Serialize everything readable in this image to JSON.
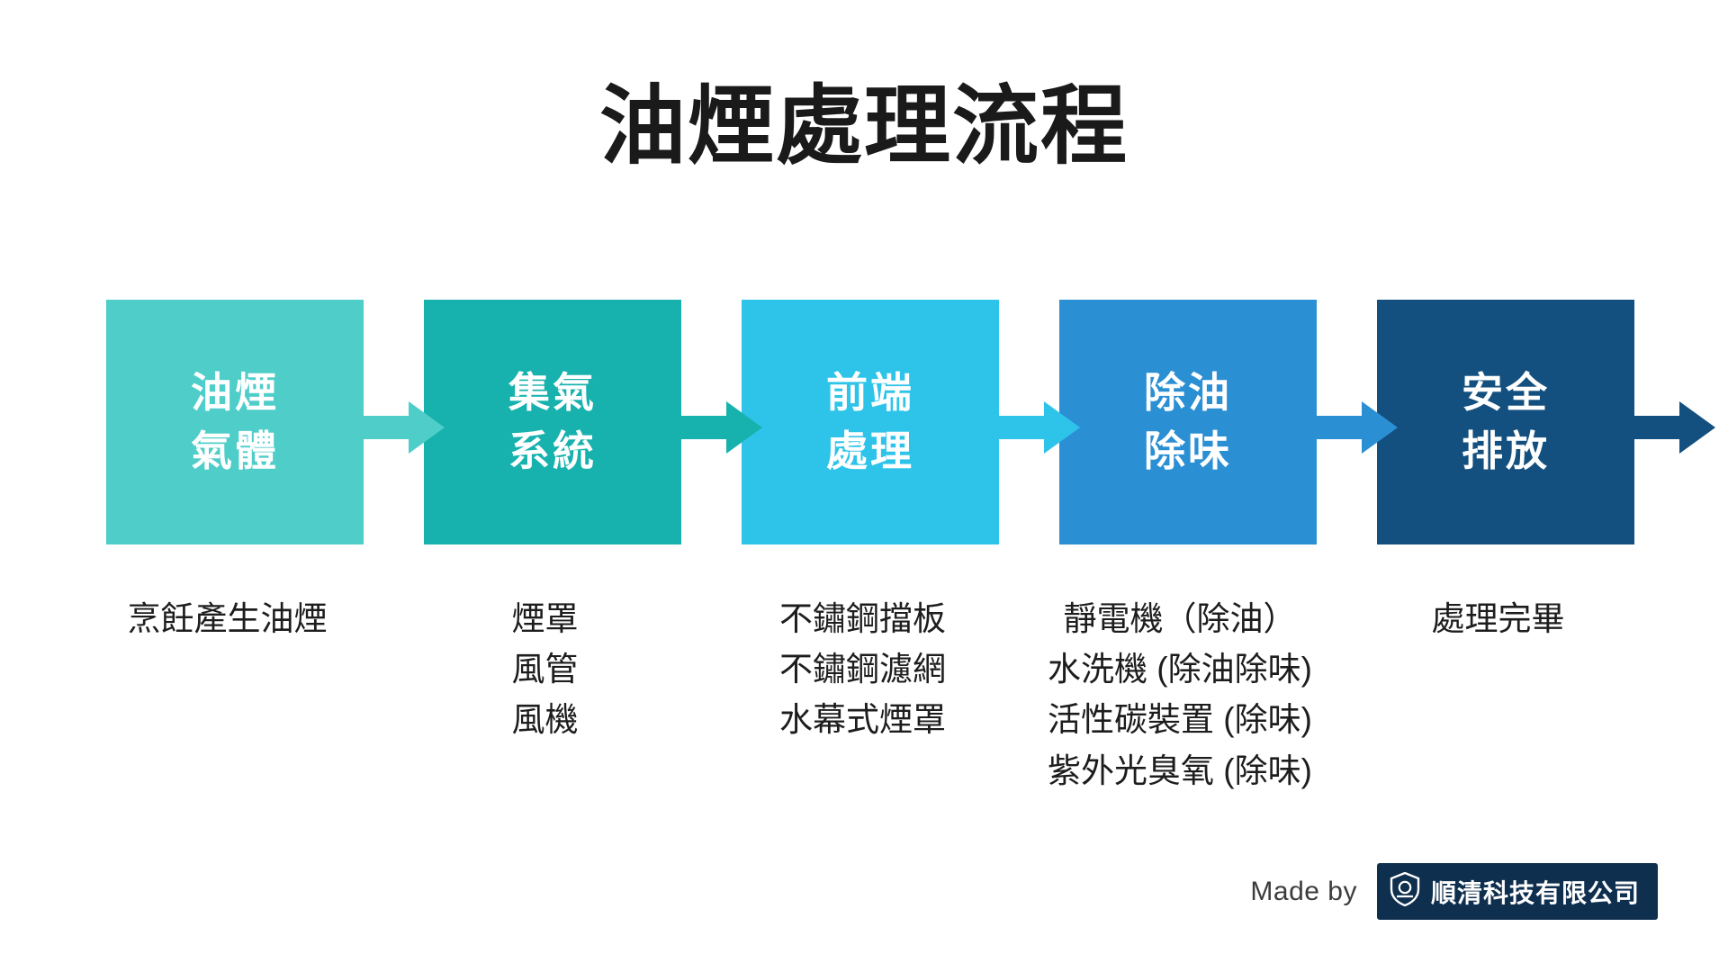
{
  "slide": {
    "title": "油煙處理流程",
    "background_color": "#ffffff",
    "title_color": "#1a1a1a"
  },
  "stages": [
    {
      "id": "stage-1",
      "color": "#4ecdc9",
      "label_line1": "油煙",
      "label_line2": "氣體",
      "captions": [
        "烹飪產生油煙"
      ]
    },
    {
      "id": "stage-2",
      "color": "#17b2ae",
      "label_line1": "集氣",
      "label_line2": "系統",
      "captions": [
        "煙罩",
        "風管",
        "風機"
      ]
    },
    {
      "id": "stage-3",
      "color": "#2ec4ea",
      "label_line1": "前端",
      "label_line2": "處理",
      "captions": [
        "不鏽鋼擋板",
        "不鏽鋼濾網",
        "水幕式煙罩"
      ]
    },
    {
      "id": "stage-4",
      "color": "#2b8fd4",
      "label_line1": "除油",
      "label_line2": "除味",
      "captions": [
        "靜電機（除油）",
        "水洗機 (除油除味)",
        "活性碳裝置 (除味)",
        "紫外光臭氧 (除味)"
      ]
    },
    {
      "id": "stage-5",
      "color": "#13507f",
      "label_line1": "安全",
      "label_line2": "排放",
      "captions": [
        "處理完畢"
      ]
    }
  ],
  "footer": {
    "made_by_label": "Made by",
    "company_name": "順清科技有限公司",
    "badge_color": "#0f2f4f",
    "logo_icon": "shield-icon"
  }
}
